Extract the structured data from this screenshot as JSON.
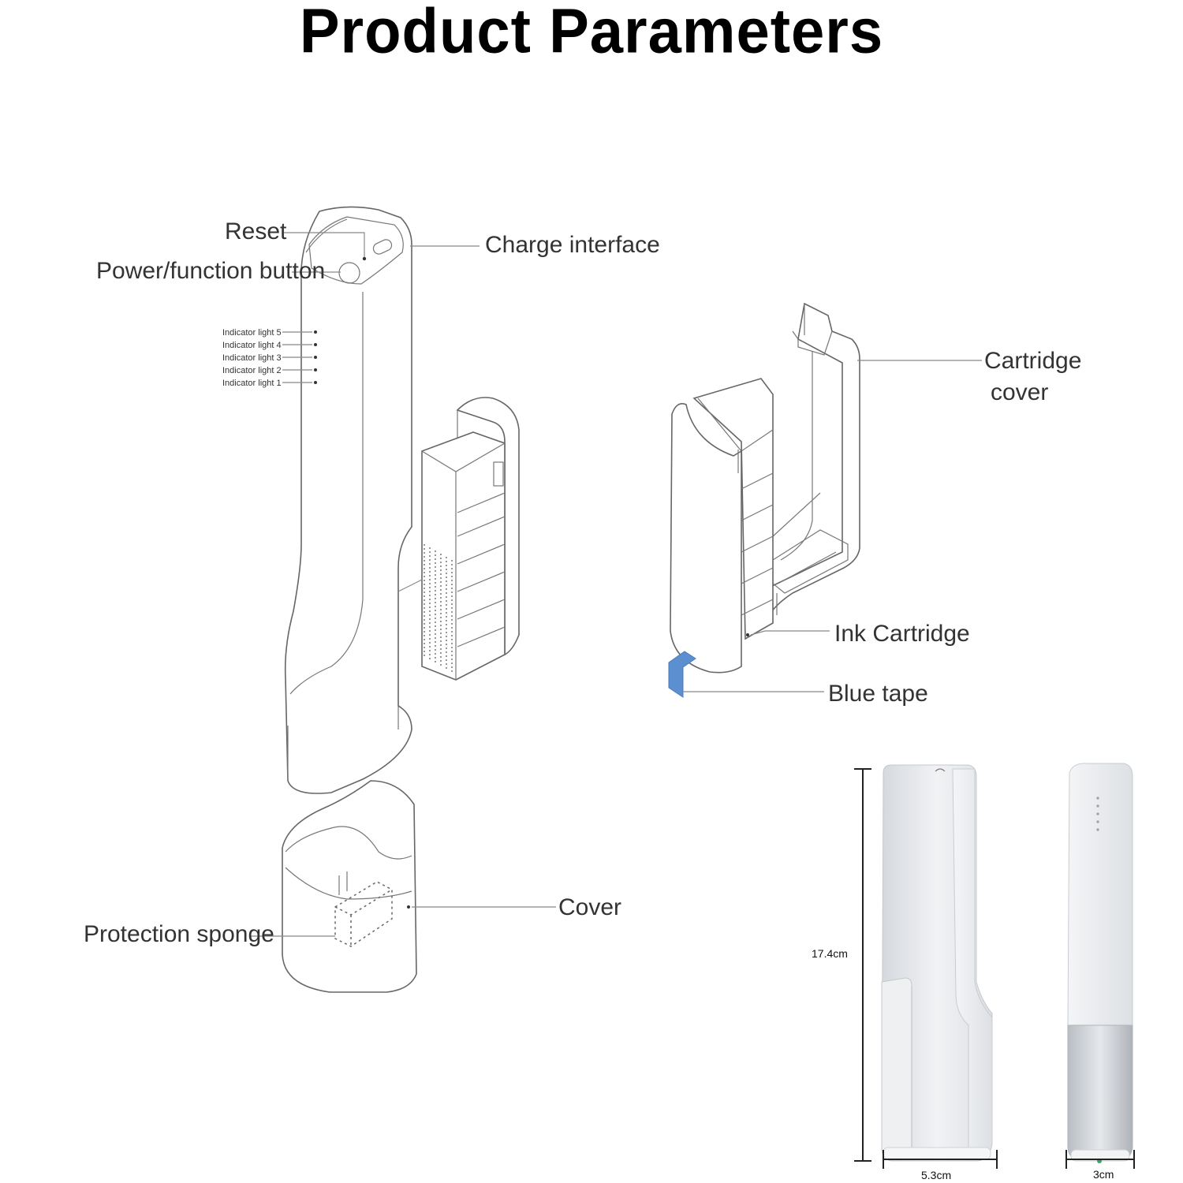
{
  "title": "Product Parameters",
  "labels": {
    "reset": "Reset",
    "power_button": "Power/function button",
    "charge_interface": "Charge interface",
    "indicator_5": "Indicator light 5",
    "indicator_4": "Indicator light 4",
    "indicator_3": "Indicator light 3",
    "indicator_2": "Indicator light 2",
    "indicator_1": "Indicator light 1",
    "cartridge_cover_line1": "Cartridge",
    "cartridge_cover_line2": "cover",
    "ink_cartridge": "Ink Cartridge",
    "blue_tape": "Blue tape",
    "cover": "Cover",
    "protection_sponge": "Protection sponge"
  },
  "dimensions": {
    "height": "17.4cm",
    "width": "5.3cm",
    "depth": "3cm"
  },
  "colors": {
    "blue_tape": "#5b8fd0",
    "device_body": "#e9ebee",
    "device_shadow": "#c9cdd2"
  }
}
